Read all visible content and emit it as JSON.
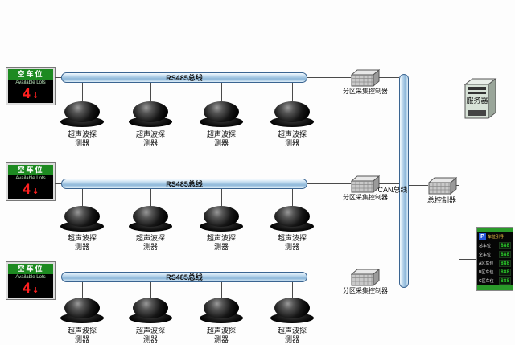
{
  "sign": {
    "title": "空车位",
    "subtitle": "Available Lots",
    "count": "4",
    "arrow": "↓"
  },
  "sensor_label": {
    "line1": "超声波探",
    "line2": "测器"
  },
  "rows": [
    {
      "bus_label": "RS485总线",
      "controller_label": "分区采集控制器"
    },
    {
      "bus_label": "RS485总线",
      "controller_label": "分区采集控制器"
    },
    {
      "bus_label": "RS485总线",
      "controller_label": "分区采集控制器"
    }
  ],
  "can_bus_label": "CAN总线",
  "main_controller_label": "总控制器",
  "server_label": "服务器",
  "board": {
    "logo": "P",
    "title": "车位引导",
    "rows": [
      {
        "label": "总车位",
        "value": "888"
      },
      {
        "label": "空车位",
        "value": "888"
      },
      {
        "label": "A区车位",
        "value": "888"
      },
      {
        "label": "B区车位",
        "value": "888"
      },
      {
        "label": "C区车位",
        "value": "888"
      }
    ]
  }
}
